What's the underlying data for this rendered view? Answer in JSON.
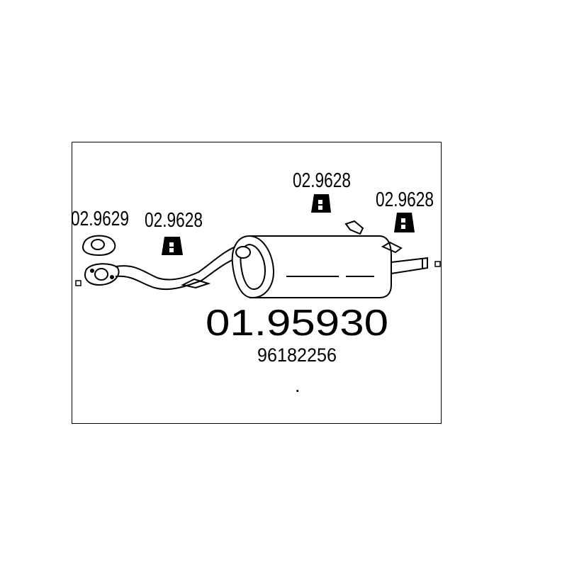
{
  "diagram": {
    "main_part_number": "01.95930",
    "oe_number": "96182256",
    "dot": ".",
    "parts": {
      "gasket_front": {
        "code": "02.9629",
        "icon": "gasket-icon"
      },
      "hanger_front": {
        "code": "02.9628",
        "icon": "rubber-hanger-icon"
      },
      "hanger_middle": {
        "code": "02.9628",
        "icon": "rubber-hanger-icon"
      },
      "hanger_rear": {
        "code": "02.9628",
        "icon": "rubber-hanger-icon"
      }
    }
  }
}
